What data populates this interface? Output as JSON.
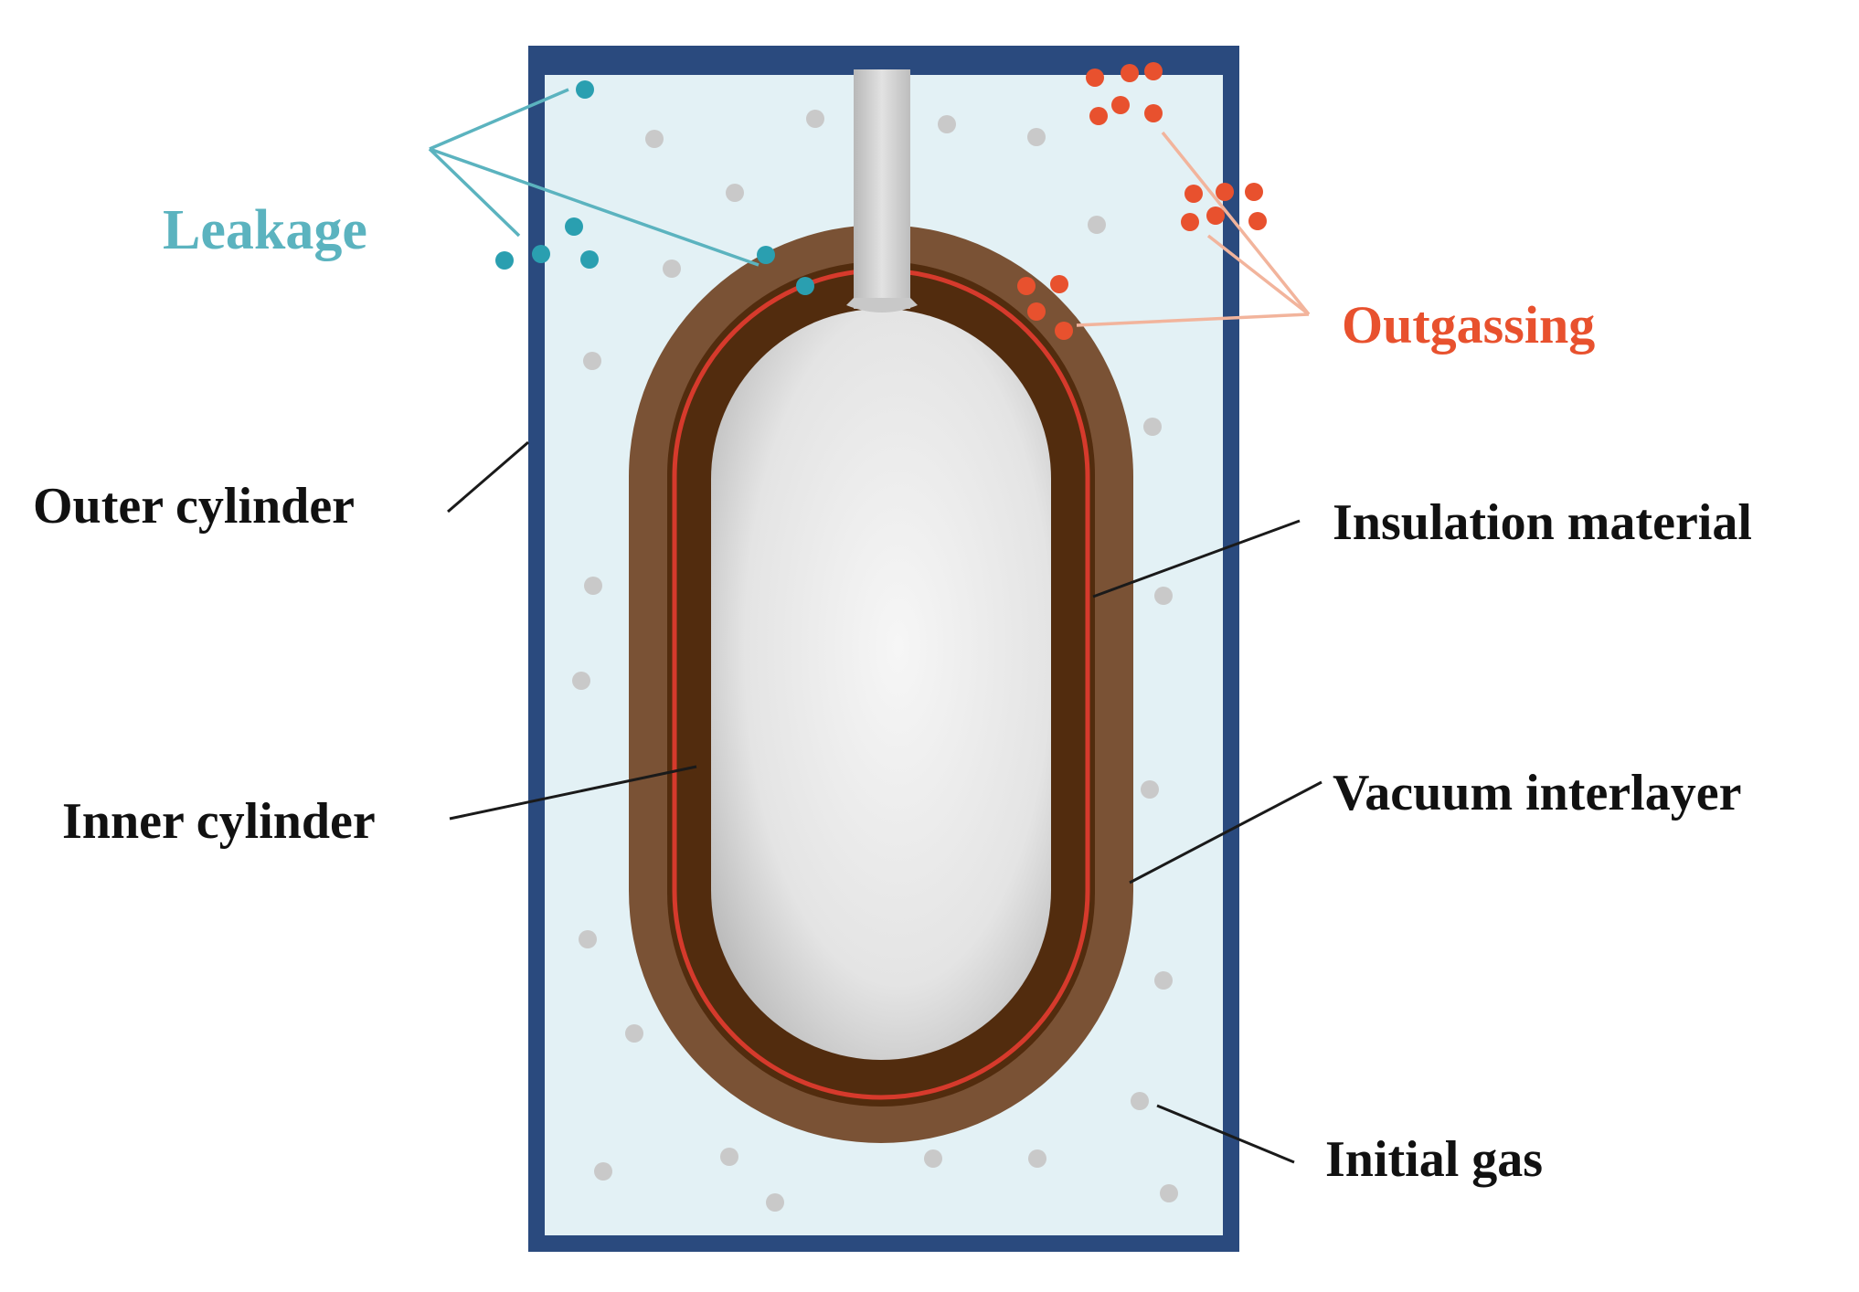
{
  "labels": {
    "leakage": "Leakage",
    "outgassing": "Outgassing",
    "outer_cylinder": "Outer cylinder",
    "insulation_material": "Insulation material",
    "inner_cylinder": "Inner cylinder",
    "vacuum_interlayer": "Vacuum interlayer",
    "initial_gas": "Initial gas"
  },
  "colors": {
    "leakage": "#5bb3bf",
    "leakage_dots": "#2a9fb0",
    "outgassing": "#e8512e",
    "outer_frame": "#2a4a7e",
    "vacuum": "#e3f1f5",
    "insulation_outer": "#7a5235",
    "insulation_inner": "#522c0e",
    "red_layer": "#d63a2c",
    "gas_particle": "#c9c9c9",
    "label_text": "#111111"
  }
}
